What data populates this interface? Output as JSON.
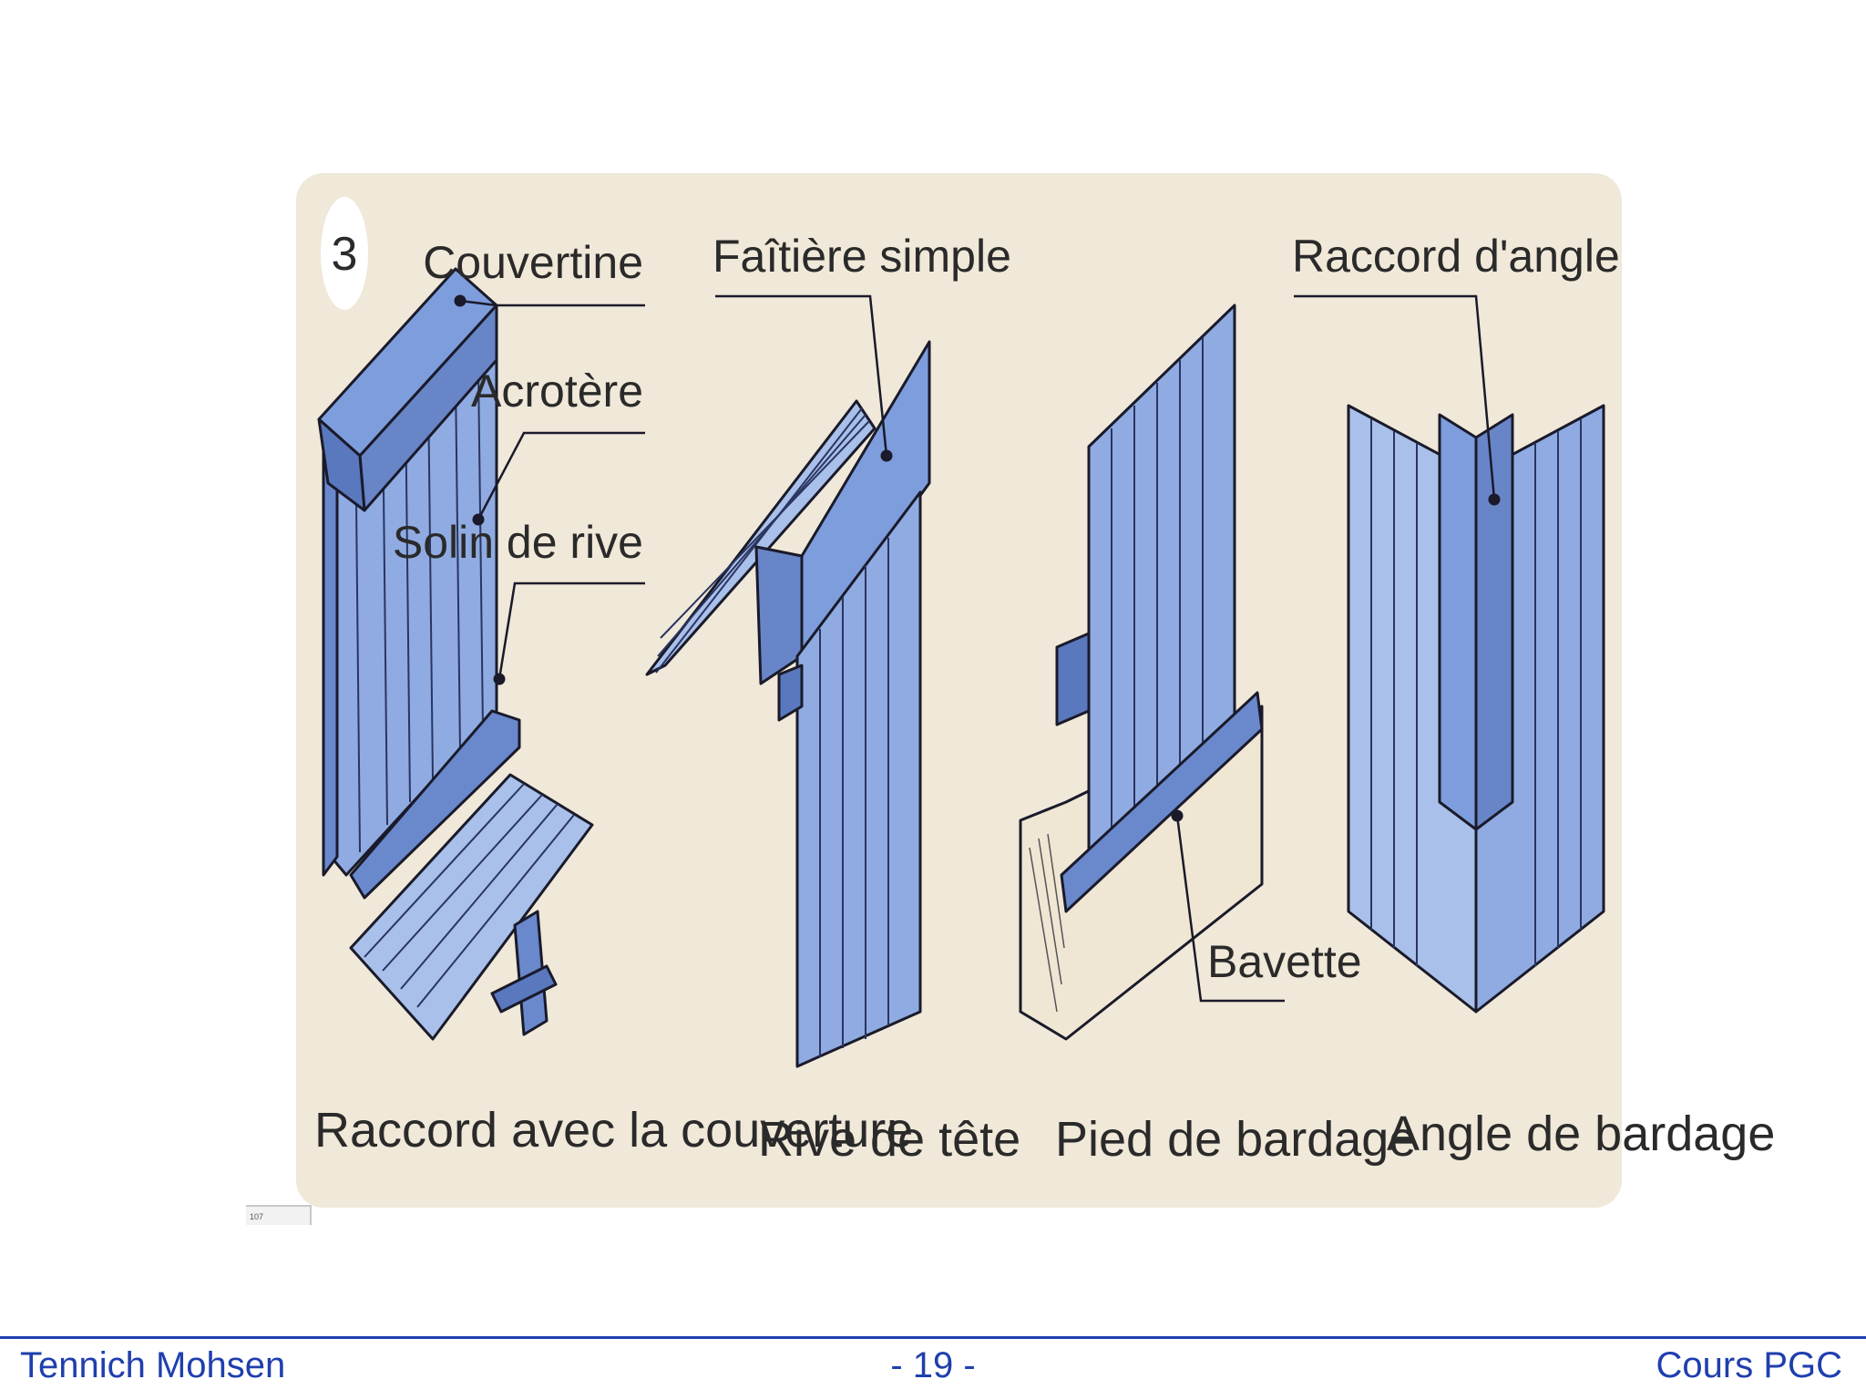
{
  "figure": {
    "badge_number": "3",
    "parts": {
      "couvertine": "Couvertine",
      "acrotere": "Acrotère",
      "solin": "Solin de rive",
      "faitiere": "Faîtière simple",
      "raccord_angle": "Raccord d'angle",
      "bavette": "Bavette"
    },
    "captions": {
      "raccord_couverture": "Raccord avec la couverture",
      "rive_tete": "Rive de tête",
      "pied_bardage": "Pied de bardage",
      "angle_bardage": "Angle de bardage"
    },
    "colors": {
      "panel_background": "#f0e8d8",
      "metal_blue": "#7e9ddc",
      "metal_blue_light": "#a8c0ea",
      "outline": "#1a1a2a"
    }
  },
  "stamp": "107",
  "footer": {
    "author": "Tennich Mohsen",
    "page": "- 19 -",
    "course": "Cours PGC"
  }
}
